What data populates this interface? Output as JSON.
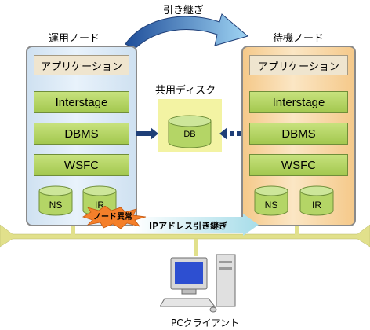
{
  "handover_label": "引き継ぎ",
  "active_node": {
    "title": "運用ノード"
  },
  "standby_node": {
    "title": "待機ノード"
  },
  "components": {
    "application": "アプリケーション",
    "interstage": "Interstage",
    "dbms": "DBMS",
    "wsfc": "WSFC",
    "ns": "NS",
    "ir": "IR"
  },
  "shared_disk": {
    "title": "共用ディスク",
    "db_label": "DB"
  },
  "failure_label": "ノード異常",
  "ip_handover_label": "IPアドレス引き継ぎ",
  "client_label": "PCクライアント",
  "colors": {
    "active_node": "#d6e6f4",
    "standby_node": "#f8d7a6",
    "component_green": "#b4d566",
    "application_beige": "#efe5cf",
    "shared_disk_yellow": "#f3f3a3",
    "network_bar": "#e1e08b",
    "handover_arrow": "#2c5a9f",
    "failure_burst": "#f47f2a",
    "ip_arrow": "#c5ecf4"
  }
}
